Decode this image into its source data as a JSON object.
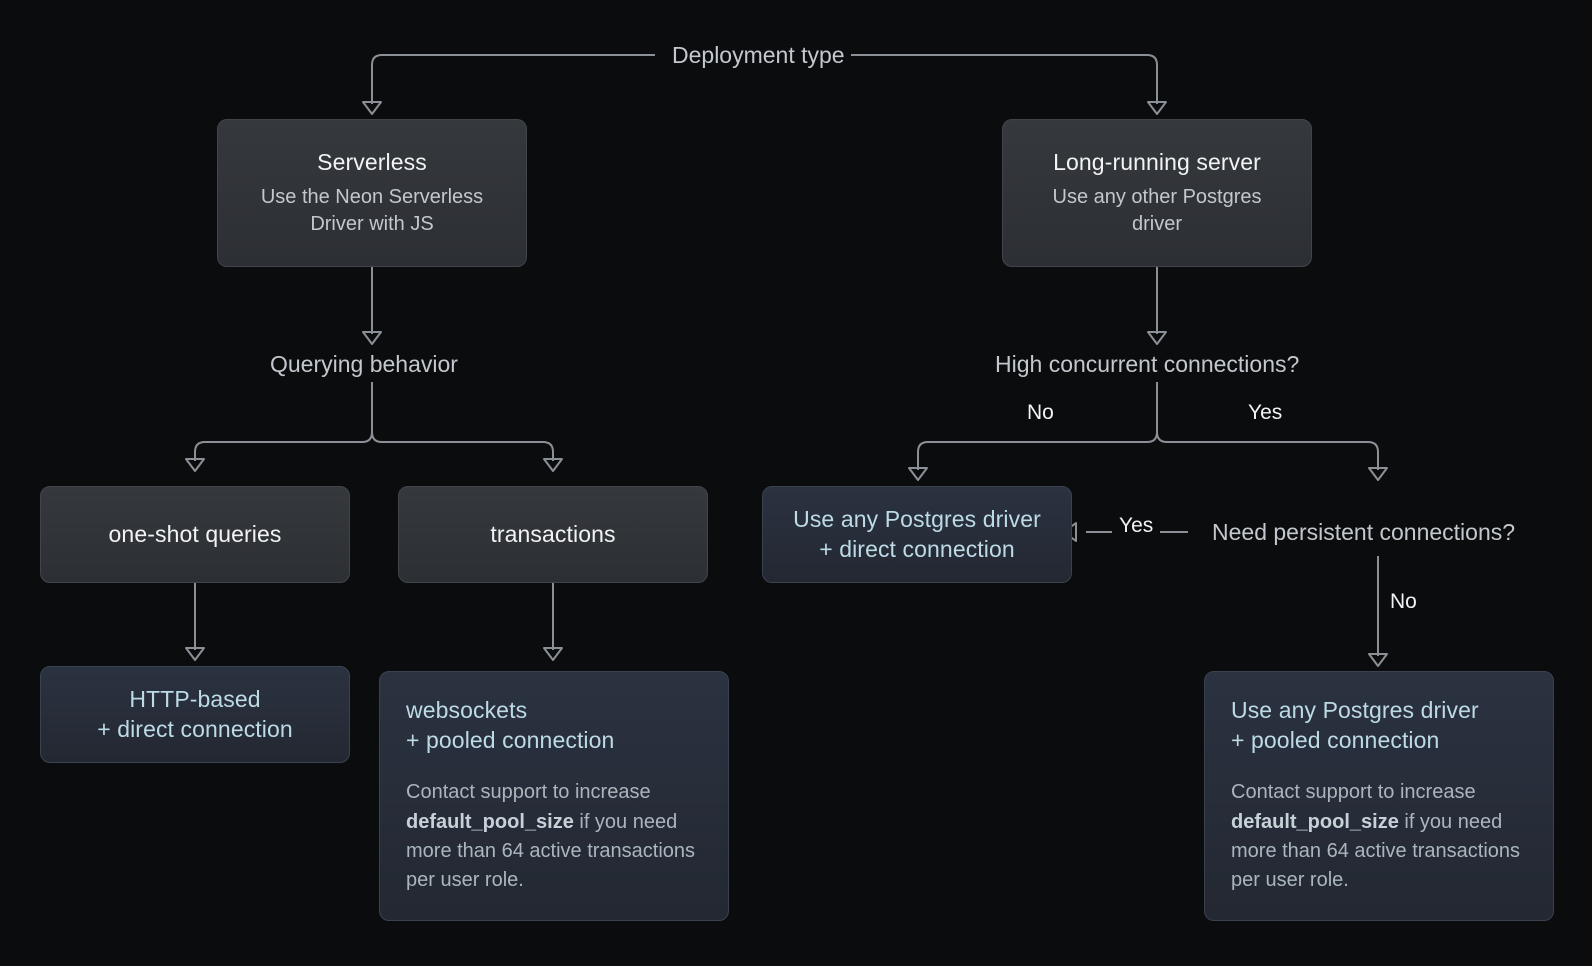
{
  "diagram": {
    "title": "Deployment type",
    "background_color": "#0b0c0d",
    "edge_color": "#8b9096",
    "accent_text_color": "#bcdbe6"
  },
  "decisions": {
    "root": "Deployment type",
    "querying_behavior": "Querying behavior",
    "high_concurrent": "High concurrent connections?",
    "need_persistent": "Need persistent connections?"
  },
  "edge_labels": {
    "concurrent_no": "No",
    "concurrent_yes": "Yes",
    "persistent_yes": "Yes",
    "persistent_no": "No"
  },
  "nodes": {
    "serverless": {
      "title": "Serverless",
      "subtitle": "Use the Neon Serverless Driver with JS"
    },
    "long_running": {
      "title": "Long-running server",
      "subtitle": "Use any other Postgres driver"
    },
    "one_shot": {
      "title": "one-shot queries"
    },
    "transactions": {
      "title": "transactions"
    },
    "http_direct": {
      "line1": "HTTP-based",
      "line2": "+ direct connection"
    },
    "driver_direct": {
      "line1": "Use any Postgres driver",
      "line2": "+ direct connection"
    },
    "websockets_pooled": {
      "line1": "websockets",
      "line2": "+ pooled connection",
      "note_before": "Contact support to increase ",
      "note_code": "default_pool_size",
      "note_after": " if you need more than 64 active transactions per user role."
    },
    "driver_pooled": {
      "line1": "Use any Postgres driver",
      "line2": "+ pooled connection",
      "note_before": "Contact support to increase ",
      "note_code": "default_pool_size",
      "note_after": " if you need more than 64 active transactions per user role."
    }
  }
}
